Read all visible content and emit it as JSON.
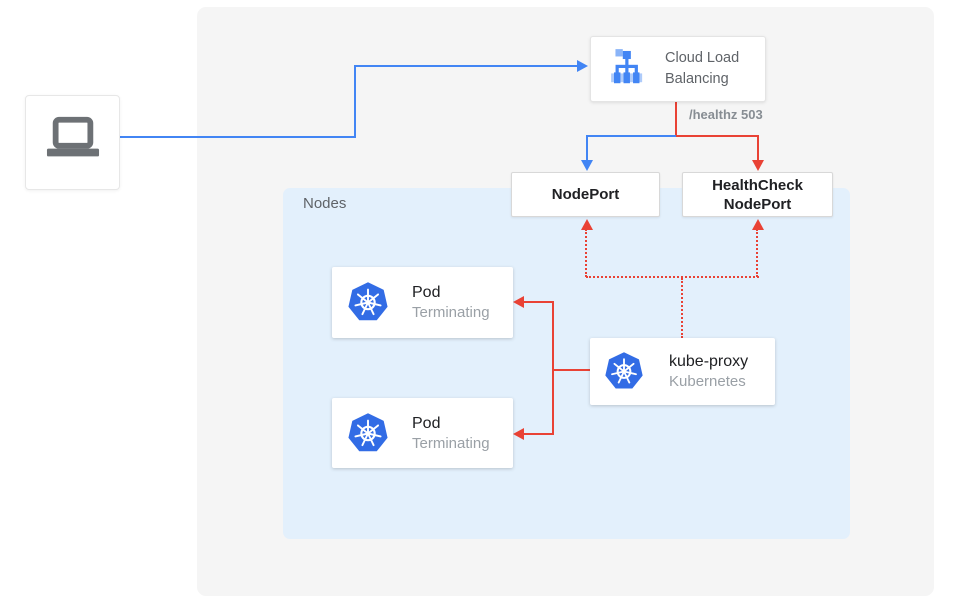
{
  "diagram": {
    "client": {
      "icon": "laptop-icon"
    },
    "cloud_load_balancing": {
      "icon": "load-balancer-icon",
      "line1": "Cloud Load",
      "line2": "Balancing"
    },
    "health_label": "/healthz 503",
    "node_port": {
      "label": "NodePort"
    },
    "health_check_node_port": {
      "line1": "HealthCheck",
      "line2": "NodePort"
    },
    "nodes_container": {
      "label": "Nodes"
    },
    "pods": [
      {
        "icon": "kubernetes-icon",
        "title": "Pod",
        "status": "Terminating"
      },
      {
        "icon": "kubernetes-icon",
        "title": "Pod",
        "status": "Terminating"
      }
    ],
    "kube_proxy": {
      "icon": "kubernetes-icon",
      "title": "kube-proxy",
      "subtitle": "Kubernetes"
    },
    "colors": {
      "traffic_blue": "#4285f4",
      "health_red": "#e94235",
      "kubernetes_blue": "#326ce5",
      "panel_gray": "#f5f5f5",
      "nodes_background": "#e3f0fc"
    }
  }
}
